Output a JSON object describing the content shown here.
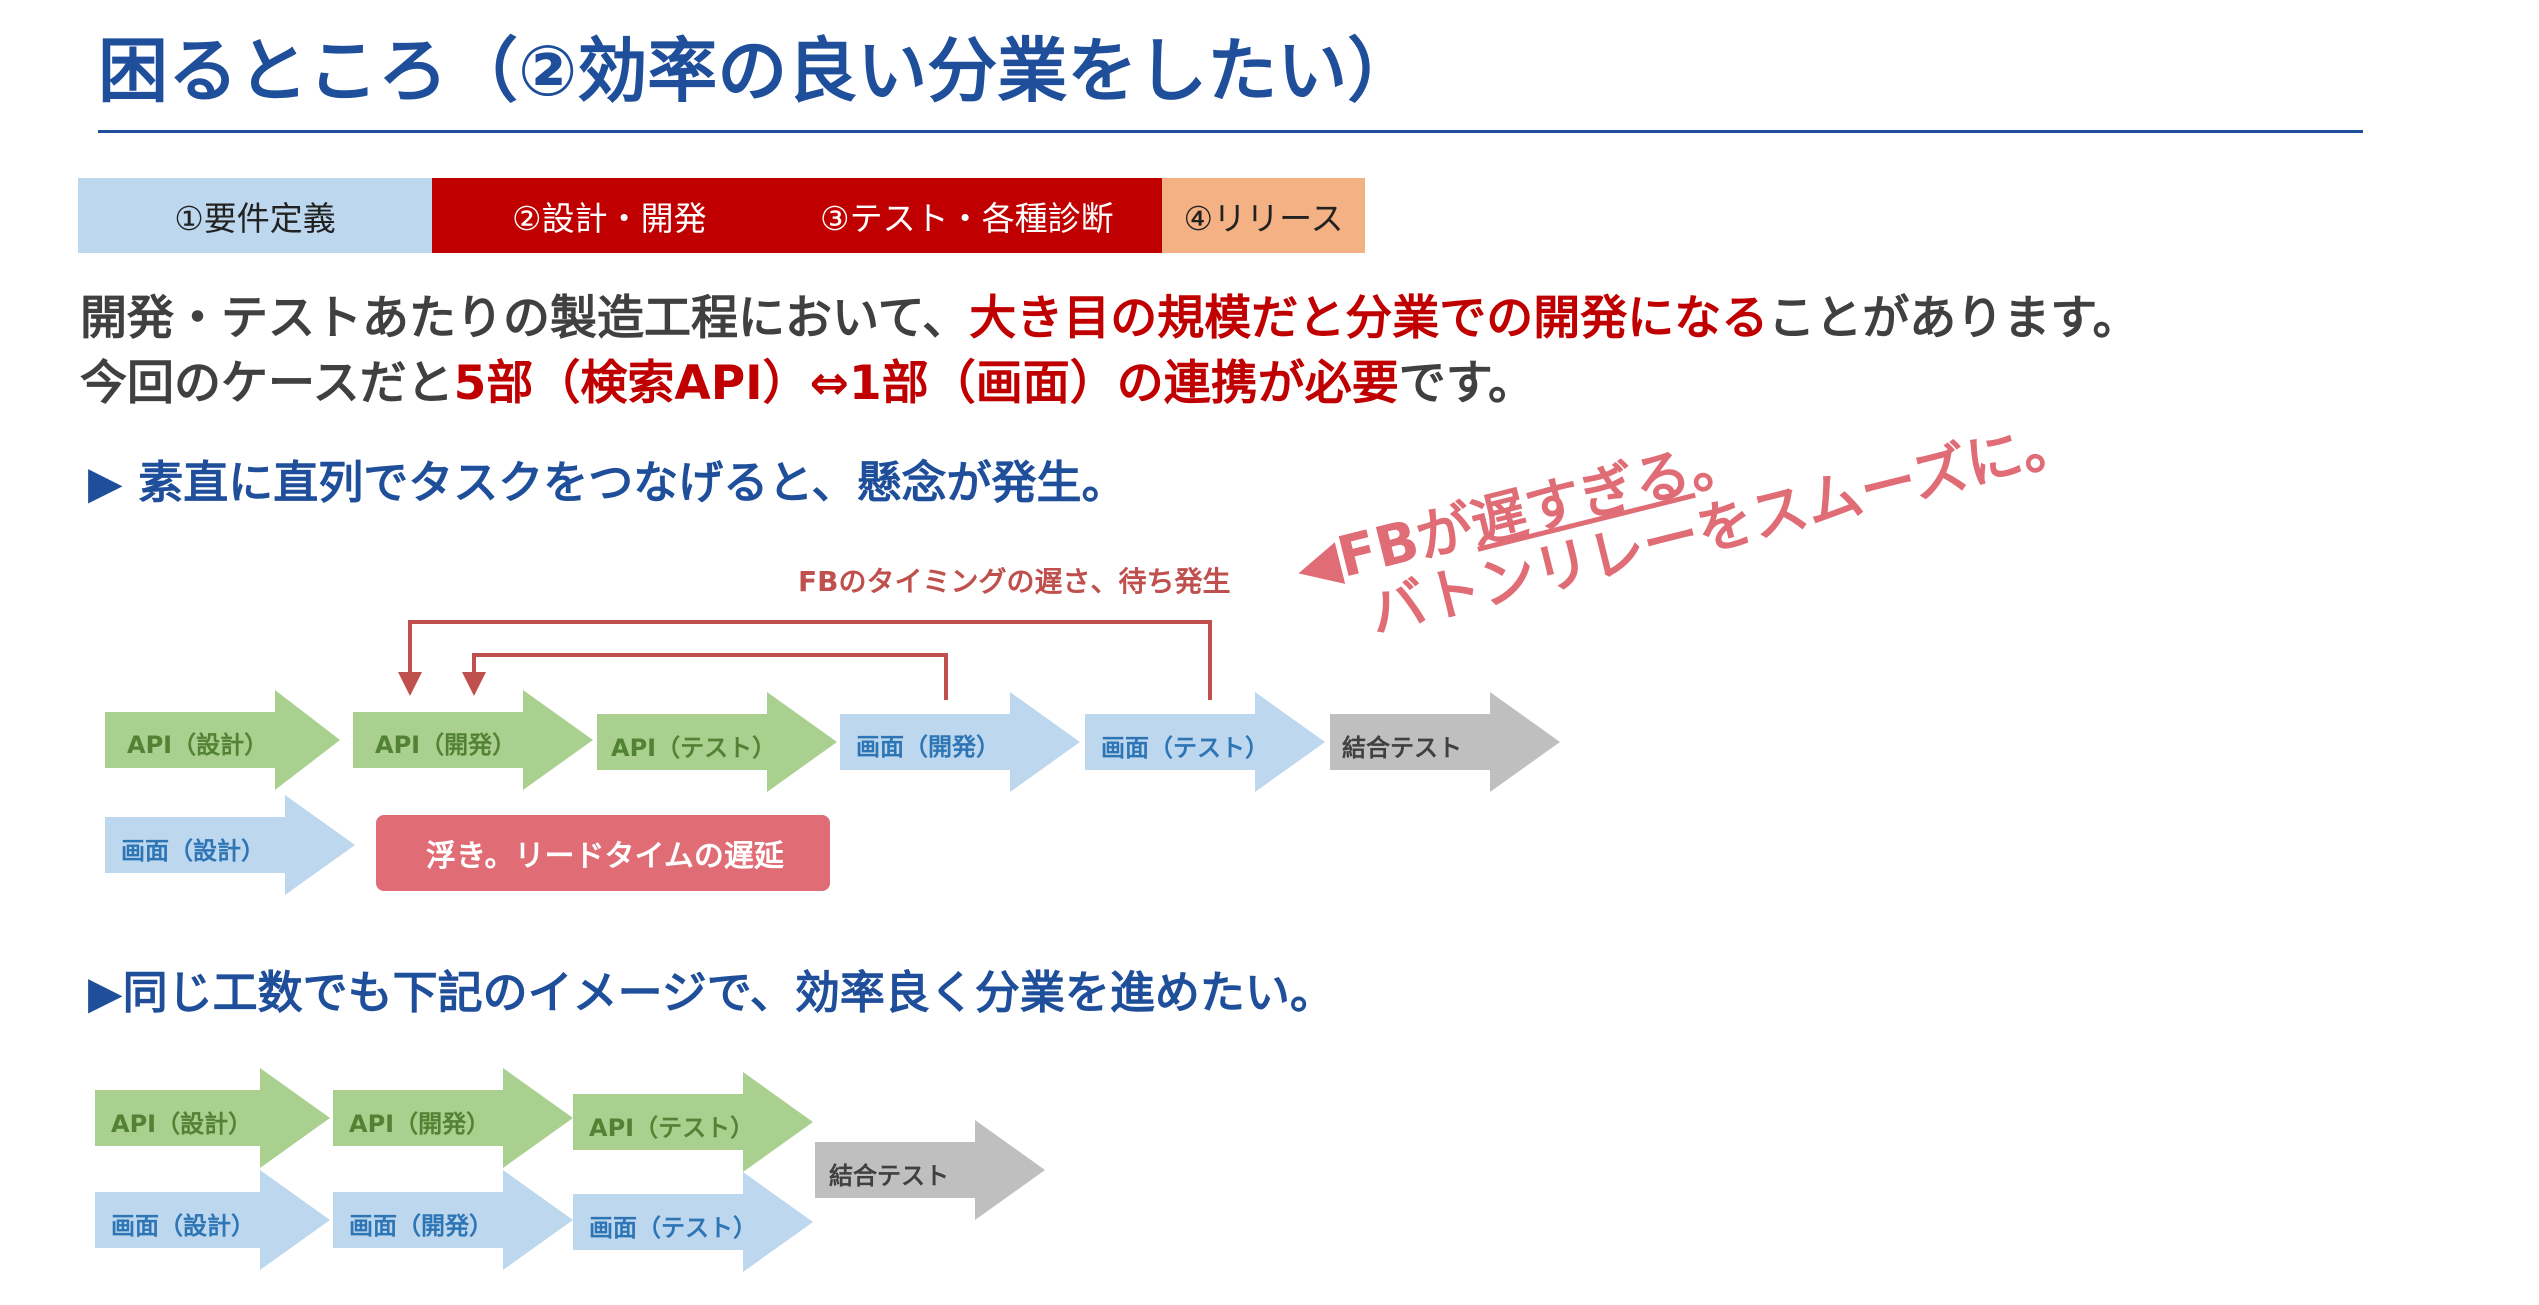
{
  "title": "困るところ（②効率の良い分業をしたい）",
  "phases": [
    "①要件定義",
    "②設計・開発",
    "③テスト・各種診断",
    "④リリース"
  ],
  "intro": {
    "line1_pre": "開発・テストあたりの製造工程において、",
    "line1_red": "大き目の規模だと分業での開発になる",
    "line1_post": "ことがあります。",
    "line2_pre": "今回のケースだと",
    "line2_red": "5部（検索API）⇔1部（画面）の連携が必要",
    "line2_post": "です。"
  },
  "section1": "▶ 素直に直列でタスクをつなげると、懸念が発生。",
  "section2": "▶同じ工数でも下記のイメージで、効率良く分業を進めたい。",
  "fb_label": "FBのタイミングの遅さ、待ち発生",
  "callout": {
    "marker": "◀",
    "l1_a": "FBが",
    "l1_u": "遅すぎる",
    "l1_b": "。",
    "l2": "バトンリレーをスムーズに。"
  },
  "float_box": "浮き。リードタイムの遅延",
  "flow1": {
    "row1": [
      "API（設計）",
      "API（開発）",
      "API（テスト）",
      "画面（開発）",
      "画面（テスト）",
      "結合テスト"
    ],
    "row2": [
      "画面（設計）"
    ]
  },
  "flow2": {
    "row1": [
      "API（設計）",
      "API（開発）",
      "API（テスト）"
    ],
    "row2": [
      "画面（設計）",
      "画面（開発）",
      "画面（テスト）"
    ],
    "merge": "結合テスト"
  },
  "colors": {
    "title_blue": "#1f4f9a",
    "red": "#c00000",
    "green_arrow": "#a9d08e",
    "blue_arrow": "#bdd7ee",
    "gray_arrow": "#bfbfbf",
    "callout_pink": "#e06c75"
  }
}
